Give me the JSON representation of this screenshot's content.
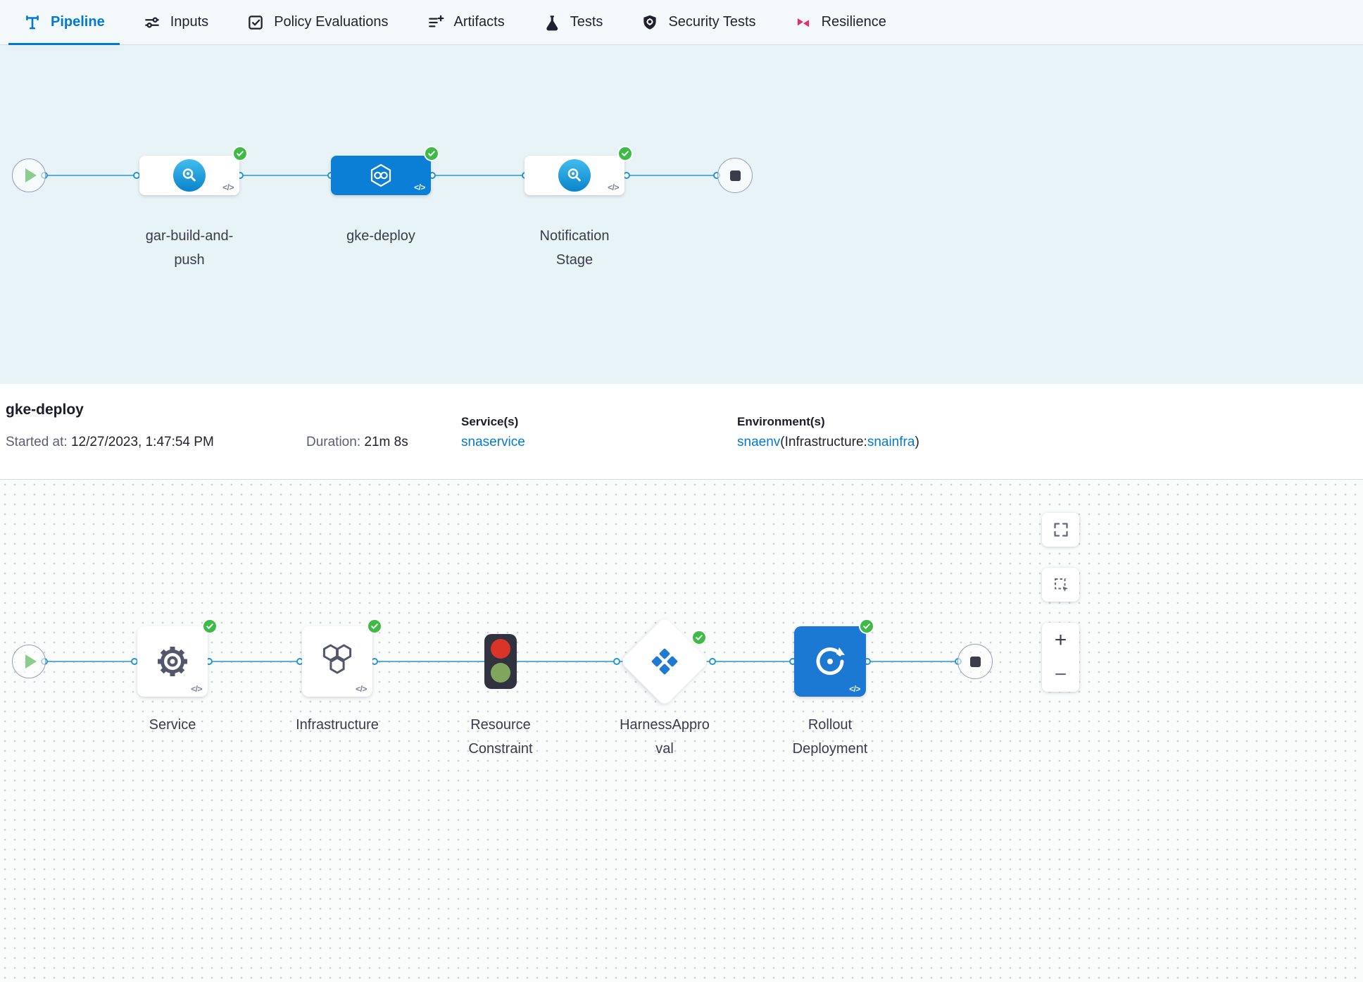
{
  "colors": {
    "accent": "#0278d5",
    "success": "#3eba46",
    "link": "#0278d5",
    "selected_stage": "#0b7fd6"
  },
  "tabs": [
    {
      "label": "Pipeline",
      "active": true
    },
    {
      "label": "Inputs"
    },
    {
      "label": "Policy Evaluations"
    },
    {
      "label": "Artifacts"
    },
    {
      "label": "Tests"
    },
    {
      "label": "Security Tests"
    },
    {
      "label": "Resilience"
    }
  ],
  "pipeline_graph": {
    "stages": [
      {
        "label": "gar-build-and-push",
        "status": "success",
        "code_badge": "</>"
      },
      {
        "label": "gke-deploy",
        "status": "success",
        "selected": true,
        "code_badge": "</>"
      },
      {
        "label": "Notification Stage",
        "status": "success",
        "code_badge": "</>"
      }
    ]
  },
  "summary": {
    "stage_name": "gke-deploy",
    "started_label": "Started at:",
    "started_value": "12/27/2023, 1:47:54 PM",
    "duration_label": "Duration:",
    "duration_value": "21m 8s",
    "services_label": "Service(s)",
    "service_value": "snaservice",
    "environments_label": "Environment(s)",
    "environment_value": "snaenv",
    "infrastructure_prefix": "(Infrastructure:",
    "infrastructure_value": "snainfra",
    "infrastructure_suffix": ")"
  },
  "execution_graph": {
    "steps": [
      {
        "label": "Service",
        "status": "success",
        "code_badge": "</>"
      },
      {
        "label": "Infrastructure",
        "status": "success",
        "code_badge": "</>"
      },
      {
        "label": "Resource Constraint",
        "status": "running"
      },
      {
        "label": "HarnessApproval",
        "status": "success"
      },
      {
        "label": "Rollout Deployment",
        "status": "success",
        "code_badge": "</>"
      }
    ]
  },
  "controls": {
    "zoom_in_label": "+",
    "zoom_out_label": "−"
  }
}
